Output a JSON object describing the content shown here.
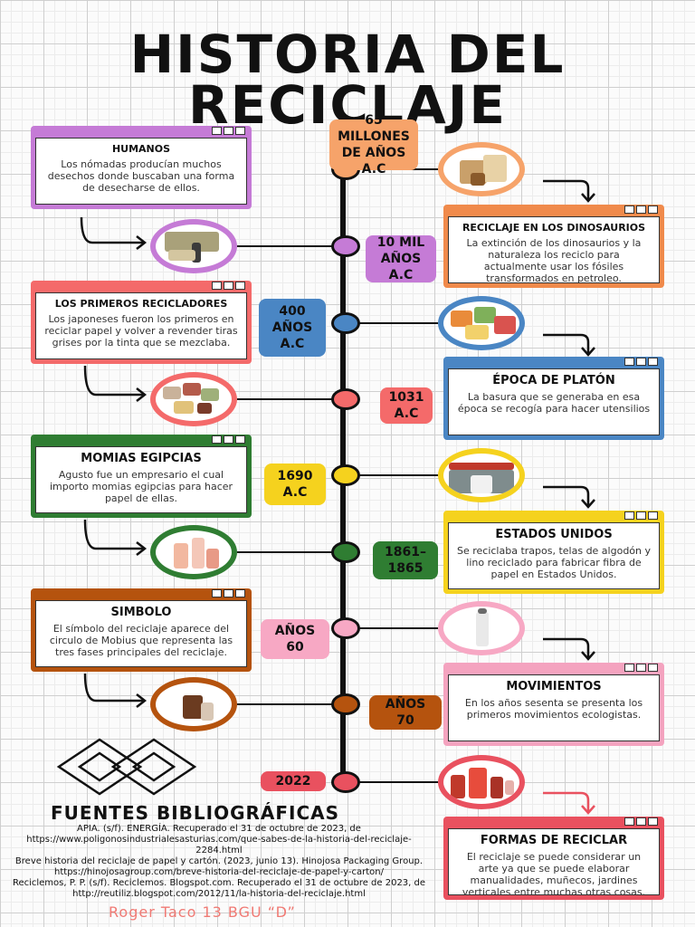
{
  "title": {
    "line1": "HISTORIA DEL",
    "line2": "RECICLAJE"
  },
  "events": [
    {
      "date_lines": [
        "65 MILLONES",
        "DE AÑOS",
        "A.C"
      ],
      "color": "#f6a36a",
      "card": {
        "heading": "RECICLAJE EN LOS DINOSAURIOS",
        "text": "La extinción de los dinosaurios y la naturaleza los reciclo para actualmente usar los fósiles transformados en petroleo.",
        "color": "#f08a4b"
      },
      "photo": "cardboard-box-icon"
    },
    {
      "date_lines": [
        "10 MIL",
        "AÑOS",
        "A.C"
      ],
      "color": "#c57bd6",
      "card": {
        "heading": "HUMANOS",
        "text": "Los nómadas producían muchos desechos donde buscaban una forma de desecharse de ellos.",
        "color": "#c57bd6"
      },
      "photo": "leaves-bottle-icon"
    },
    {
      "date_lines": [
        "400",
        "AÑOS",
        "A.C"
      ],
      "color": "#4a86c4",
      "card": {
        "heading": "ÉPOCA DE PLATÓN",
        "text": "La basura que se generaba en esa época se recogía para hacer utensilios",
        "color": "#4a86c4"
      },
      "photo": "food-containers-icon"
    },
    {
      "date_lines": [
        "1031",
        "A.C"
      ],
      "color": "#f46a6a",
      "card": {
        "heading": "LOS PRIMEROS RECICLADORES",
        "text": "Los japoneses fueron los primeros en reciclar papel y volver a revender tiras grises por la tinta que se mezclaba.",
        "color": "#f46a6a"
      },
      "photo": "food-bowls-icon"
    },
    {
      "date_lines": [
        "1690",
        "A.C"
      ],
      "color": "#f5d21e",
      "card": {
        "heading": "ESTADOS UNIDOS",
        "text": "Se reciclaba trapos, telas de algodón y lino reciclado para fabricar fibra de papel en Estados Unidos.",
        "color": "#f5d21e"
      },
      "photo": "warehouse-icon"
    },
    {
      "date_lines": [
        "1861–",
        "1865"
      ],
      "color": "#2f7d32",
      "card": {
        "heading": "MOMIAS EGIPCIAS",
        "text": "Agusto fue un empresario el cual importo momias egipcias para hacer papel de ellas.",
        "color": "#2f7d32"
      },
      "photo": "cosmetics-icon"
    },
    {
      "date_lines": [
        "AÑOS",
        "60"
      ],
      "color": "#f7a8c4",
      "card": {
        "heading": "MOVIMIENTOS",
        "text": "En los años sesenta se presenta los primeros movimientos ecologistas.",
        "color": "#f4a3bf"
      },
      "photo": "bottle-icon"
    },
    {
      "date_lines": [
        "AÑOS",
        "70"
      ],
      "color": "#b5530e",
      "card": {
        "heading": "SIMBOLO",
        "text": "El símbolo del reciclaje aparece del circulo de Mobius que representa las tres fases principales del reciclaje.",
        "color": "#b5530e"
      },
      "photo": "jar-icon"
    },
    {
      "date_lines": [
        "2022"
      ],
      "color": "#e9515f",
      "card": {
        "heading": "FORMAS DE RECICLAR",
        "text": "El reciclaje se puede considerar un arte ya que se puede elaborar manualidades, muñecos, jardines verticales entre muchas otras cosas.",
        "color": "#e9515f"
      },
      "photo": "red-containers-icon"
    }
  ],
  "fuentes": {
    "title": "FUENTES BIBLIOGRÁFICAS",
    "refs": [
      "APIA. (s/f). ENERGÍA. Recuperado el 31 de octubre de 2023, de https://www.poligonosindustrialesasturias.com/que-sabes-de-la-historia-del-reciclaje-2284.html",
      "Breve historia del reciclaje de papel y cartón. (2023, junio 13). Hinojosa Packaging Group. https://hinojosagroup.com/breve-historia-del-reciclaje-de-papel-y-carton/",
      "Reciclemos, P. P. (s/f). Reciclemos. Blogspot.com. Recuperado el 31 de octubre de 2023, de http://reutiliz.blogspot.com/2012/11/la-historia-del-reciclaje.html"
    ]
  },
  "author": "Roger Taco 13 BGU “D”"
}
